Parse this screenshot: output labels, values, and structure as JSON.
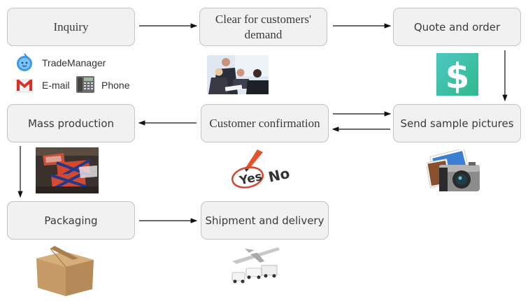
{
  "steps": {
    "inquiry": "Inquiry",
    "clear": "Clear for customers' demand",
    "quote": "Quote and order",
    "mass": "Mass production",
    "confirm": "Customer confirmation",
    "sample": "Send sample pictures",
    "packaging": "Packaging",
    "shipment": "Shipment and delivery"
  },
  "contacts": {
    "trademanager": "TradeManager",
    "email": "E-mail",
    "phone": "Phone"
  },
  "yesno": {
    "yes": "Yes",
    "no": "No"
  },
  "icons": {
    "chat": "trademanager-icon",
    "email": "gmail-icon",
    "phone": "telephone-icon",
    "meeting": "business-meeting-photo",
    "dollar": "dollar-icon",
    "factory": "factory-photo",
    "check": "yes-no-check-icon",
    "camera": "camera-photos-icon",
    "box": "cardboard-box-icon",
    "transport": "airplane-trucks-icon"
  },
  "colors": {
    "box_fill": "#f1f1f1",
    "box_border": "#c4c4c4",
    "dollar": "#2fbf9a",
    "yes_circle": "#d9452b"
  }
}
